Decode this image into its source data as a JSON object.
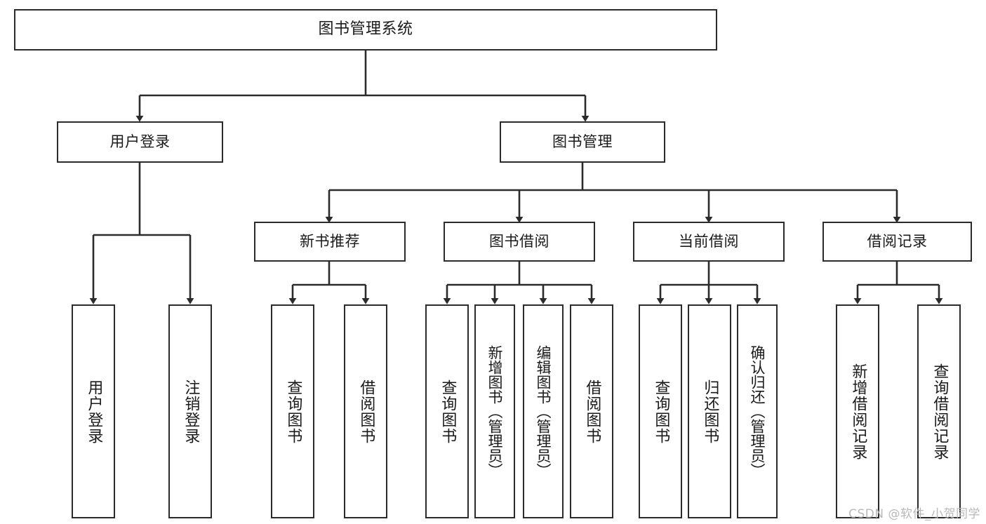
{
  "diagram": {
    "title": "图书管理系统",
    "type": "tree-hierarchy-chart",
    "colors": {
      "box_border": "#2b2b2b",
      "box_fill": "#ffffff",
      "connector": "#2b2b2b",
      "watermark": "#b9b9b9",
      "background": "#ffffff"
    },
    "watermark": "CSDN @软件_小贺同学"
  },
  "nodes": {
    "root": {
      "label": "图书管理系统"
    },
    "level1": [
      {
        "label": "用户登录"
      },
      {
        "label": "图书管理"
      }
    ],
    "level2": [
      {
        "label": "新书推荐"
      },
      {
        "label": "图书借阅"
      },
      {
        "label": "当前借阅"
      },
      {
        "label": "借阅记录"
      }
    ],
    "leaves": {
      "user_login": [
        {
          "label": "用户登录"
        },
        {
          "label": "注销登录"
        }
      ],
      "new_book_recommend": [
        {
          "label": "查询图书"
        },
        {
          "label": "借阅图书"
        }
      ],
      "book_borrow": [
        {
          "label": "查询图书"
        },
        {
          "label": "新增图书（管理员）"
        },
        {
          "label": "编辑图书（管理员）"
        },
        {
          "label": "借阅图书"
        }
      ],
      "current_borrow": [
        {
          "label": "查询图书"
        },
        {
          "label": "归还图书"
        },
        {
          "label": "确认归还（管理员）"
        }
      ],
      "borrow_record": [
        {
          "label": "新增借阅记录"
        },
        {
          "label": "查询借阅记录"
        }
      ]
    }
  }
}
